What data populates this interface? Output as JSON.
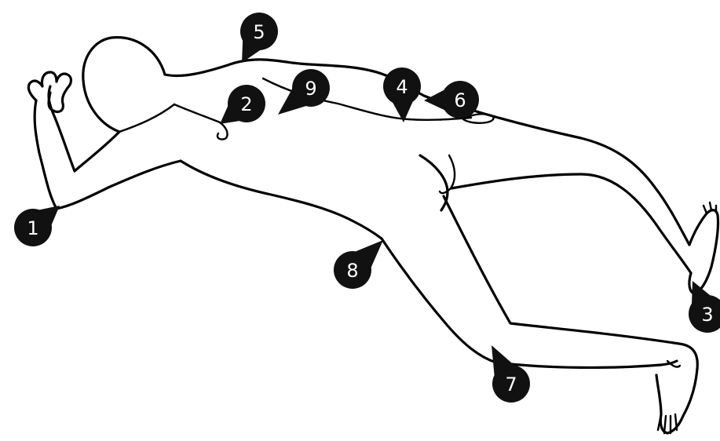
{
  "diagram": {
    "marker_color": "#111111",
    "line_color": "#000000",
    "markers": [
      {
        "id": "1",
        "label": "1"
      },
      {
        "id": "2",
        "label": "2"
      },
      {
        "id": "3",
        "label": "3"
      },
      {
        "id": "4",
        "label": "4"
      },
      {
        "id": "5",
        "label": "5"
      },
      {
        "id": "6",
        "label": "6"
      },
      {
        "id": "7",
        "label": "7"
      },
      {
        "id": "8",
        "label": "8"
      },
      {
        "id": "9",
        "label": "9"
      }
    ]
  }
}
